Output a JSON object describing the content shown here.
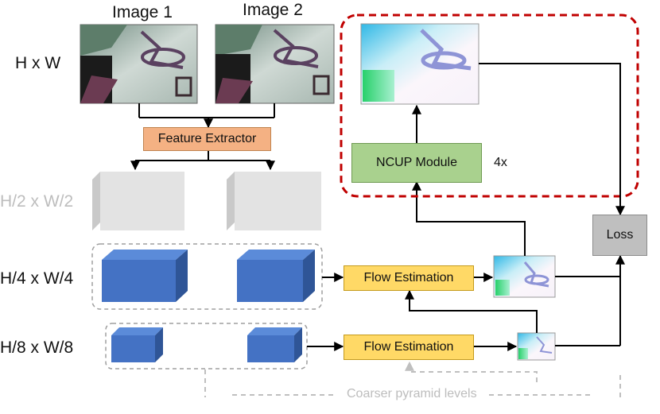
{
  "images": {
    "image1_label": "Image 1",
    "image2_label": "Image 2"
  },
  "levels": {
    "full": "H x W",
    "half": "H/2 x W/2",
    "quarter": "H/4 x W/4",
    "eighth": "H/8 x W/8"
  },
  "blocks": {
    "feature_extractor": "Feature Extractor",
    "flow_estimation_quarter": "Flow Estimation",
    "flow_estimation_eighth": "Flow Estimation",
    "ncup_module": "NCUP Module",
    "loss": "Loss"
  },
  "annotations": {
    "ncup_repeat": "4x",
    "coarser_levels": "Coarser pyramid levels"
  },
  "colors": {
    "feature_extractor": "#f4b183",
    "flow_estimation": "#ffd966",
    "ncup_module": "#a9d18e",
    "loss": "#bfbfbf",
    "feature_cube": "#4472c4",
    "inactive_cube": "#d9d9d9",
    "highlight_border": "#c00000"
  }
}
